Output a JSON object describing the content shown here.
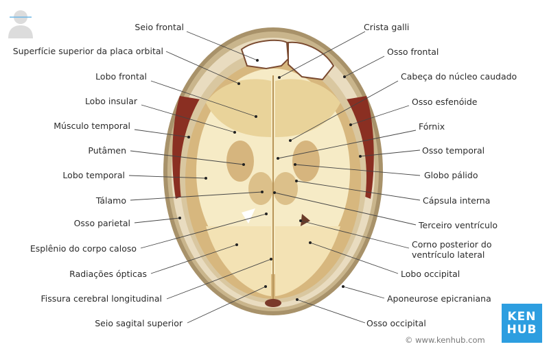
{
  "labels_left": [
    {
      "id": "seio-frontal",
      "text": "Seio frontal"
    },
    {
      "id": "superficie-superior-placa-orbital",
      "text": "Superfície superior da placa orbital"
    },
    {
      "id": "lobo-frontal",
      "text": "Lobo frontal"
    },
    {
      "id": "lobo-insular",
      "text": "Lobo insular"
    },
    {
      "id": "musculo-temporal",
      "text": "Músculo temporal"
    },
    {
      "id": "putamen",
      "text": "Putâmen"
    },
    {
      "id": "lobo-temporal",
      "text": "Lobo temporal"
    },
    {
      "id": "talamo",
      "text": "Tálamo"
    },
    {
      "id": "osso-parietal",
      "text": "Osso parietal"
    },
    {
      "id": "esplenio-corpo-caloso",
      "text": "Esplênio do corpo caloso"
    },
    {
      "id": "radiacoes-opticas",
      "text": "Radiações ópticas"
    },
    {
      "id": "fissura-cerebral-longitudinal",
      "text": "Fissura cerebral longitudinal"
    },
    {
      "id": "seio-sagital-superior",
      "text": "Seio sagital superior"
    }
  ],
  "labels_right": [
    {
      "id": "crista-galli",
      "text": "Crista galli"
    },
    {
      "id": "osso-frontal",
      "text": "Osso frontal"
    },
    {
      "id": "cabeca-nucleo-caudado",
      "text": "Cabeça do núcleo caudado"
    },
    {
      "id": "osso-esfenoide",
      "text": "Osso esfenóide"
    },
    {
      "id": "fornix",
      "text": "Fórnix"
    },
    {
      "id": "osso-temporal",
      "text": "Osso temporal"
    },
    {
      "id": "globo-palido",
      "text": "Globo pálido"
    },
    {
      "id": "capsula-interna",
      "text": "Cápsula interna"
    },
    {
      "id": "terceiro-ventriculo",
      "text": "Terceiro ventrículo"
    },
    {
      "id": "corno-posterior-line1",
      "text": "Corno posterior do"
    },
    {
      "id": "corno-posterior-line2",
      "text": "ventrículo lateral"
    },
    {
      "id": "lobo-occipital",
      "text": "Lobo occipital"
    },
    {
      "id": "aponeurose-epicraniana",
      "text": "Aponeurose epicraniana"
    },
    {
      "id": "osso-occipital",
      "text": "Osso occipital"
    }
  ],
  "logo": {
    "line1": "KEN",
    "line2": "HUB",
    "color": "#2d9ee0"
  },
  "copyright": "© www.kenhub.com",
  "colors": {
    "skin": "#a8926a",
    "muscle": "#8a2f22",
    "brain": "#f2e3b0",
    "gray_matter": "#d7b77e",
    "white_matter": "#f6ebc6",
    "sinus": "#ffffff"
  }
}
